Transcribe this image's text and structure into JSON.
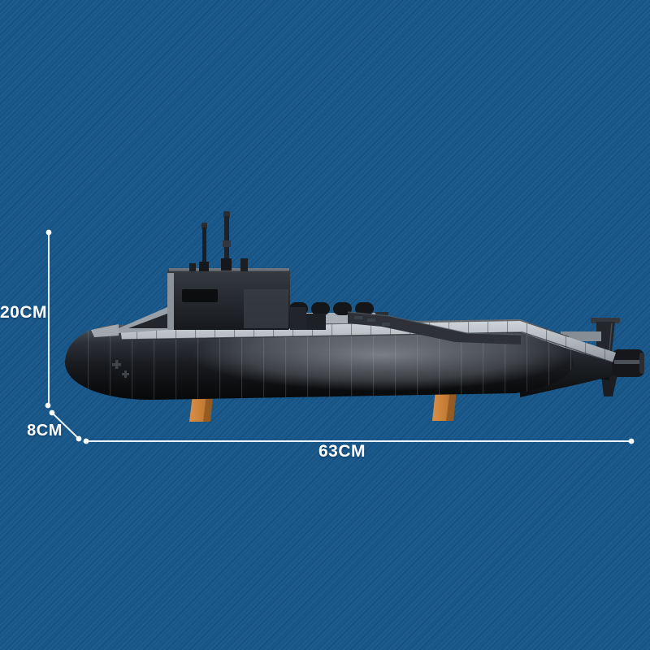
{
  "image": {
    "subject": "Black building-block submarine model displayed on two stands",
    "background_color": "#175689"
  },
  "annotations": {
    "height_label": "20CM",
    "stand_height_label": "8CM",
    "length_label": "63CM",
    "line_color": "#e9f2f9",
    "dot_color": "#f6fafd",
    "label_color": "#ffffff"
  },
  "model": {
    "hull_dark": "#121316",
    "deck_color": "#b6bbc1",
    "sail_color": "#24272c",
    "stand_color": "#c57c35"
  }
}
